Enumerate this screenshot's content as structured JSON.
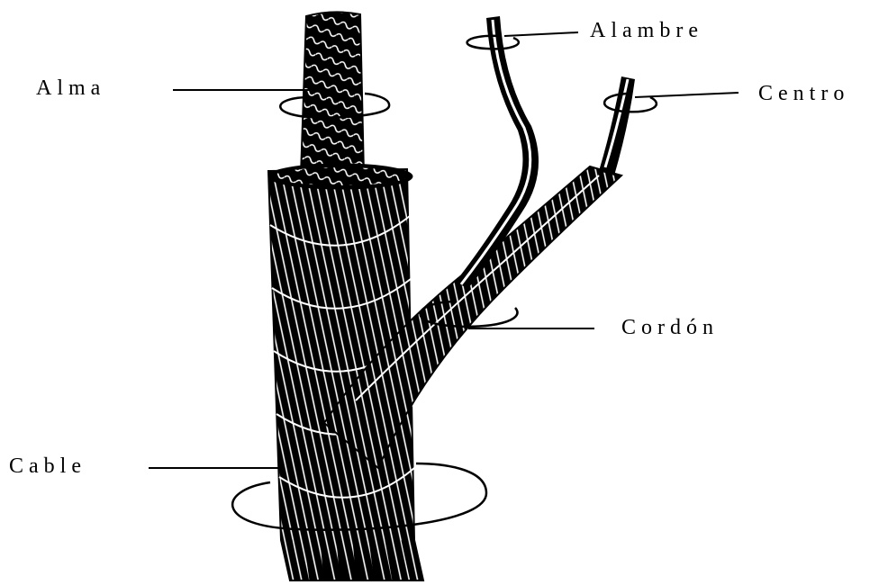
{
  "diagram": {
    "labels": {
      "alma": "Alma",
      "alambre": "Alambre",
      "centro": "Centro",
      "cordon": "Cordón",
      "cable": "Cable"
    }
  },
  "colors": {
    "ink": "#000000",
    "highlight": "#ffffff",
    "background": "#ffffff"
  }
}
